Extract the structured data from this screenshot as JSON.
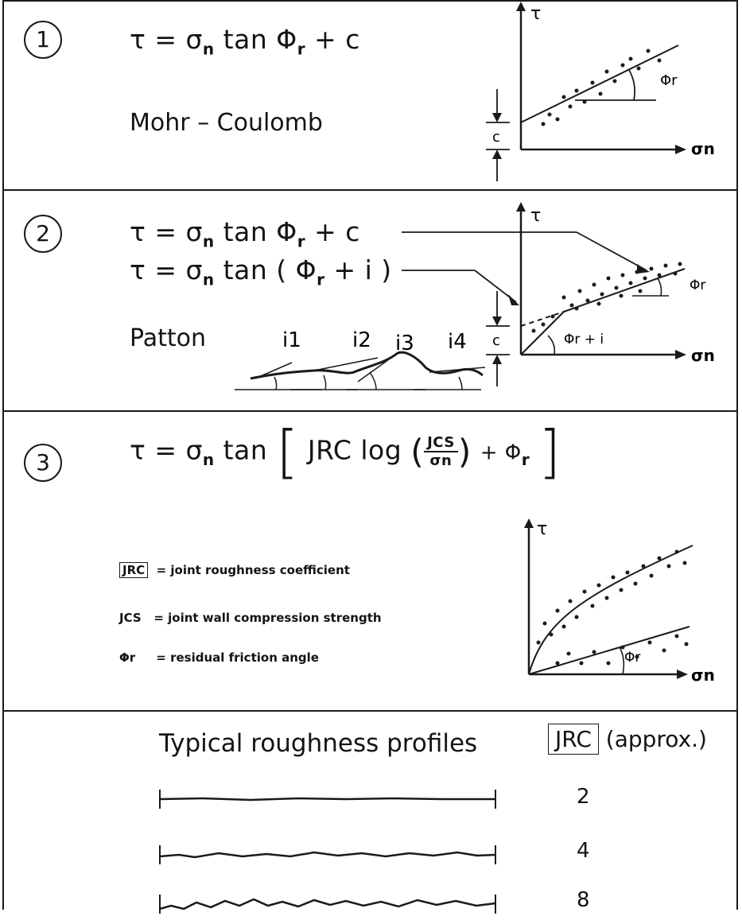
{
  "panels": [
    {
      "number": "1",
      "equation": {
        "tau": "τ = σ",
        "n": "n",
        "rest": " tan  Φ",
        "r": "r",
        "tail": " + c"
      },
      "name": "Mohr – Coulomb",
      "graph": {
        "y_axis": "τ",
        "x_axis": "σn",
        "intercept": "c",
        "angle": "Φr"
      }
    },
    {
      "number": "2",
      "equation_1": {
        "tau": "τ = σ",
        "n": "n",
        "rest": " tan  Φ",
        "r": "r",
        "tail": " + c"
      },
      "equation_2": {
        "tau": "τ = σ",
        "n": "n",
        "rest": " tan ( Φ",
        "r": "r",
        "tail": " + i )"
      },
      "name": "Patton",
      "asperities": [
        "i1",
        "i2",
        "i3",
        "i4"
      ],
      "graph": {
        "y_axis": "τ",
        "x_axis": "σn",
        "intercept": "c",
        "angle_upper": "Φr",
        "angle_lower": "Φr + i"
      }
    },
    {
      "number": "3",
      "equation": {
        "lead": "τ = σ",
        "n": "n",
        "tan": " tan",
        "jrc": "JRC log",
        "frac_top": "JCS",
        "frac_bot": "σn",
        "plus": "+ Φ",
        "r": "r"
      },
      "legend": [
        {
          "term": "JRC",
          "definition": "= joint roughness coefficient"
        },
        {
          "term": "JCS",
          "definition": "= joint wall compression strength"
        },
        {
          "term": "Φr",
          "definition": "= residual friction angle"
        }
      ],
      "graph": {
        "y_axis": "τ",
        "x_axis": "σn",
        "angle": "Φr"
      }
    },
    {
      "title": "Typical roughness profiles",
      "jrc_label": "JRC",
      "approx_label": "(approx.)",
      "jrc_values": [
        "2",
        "4",
        "8"
      ]
    }
  ]
}
